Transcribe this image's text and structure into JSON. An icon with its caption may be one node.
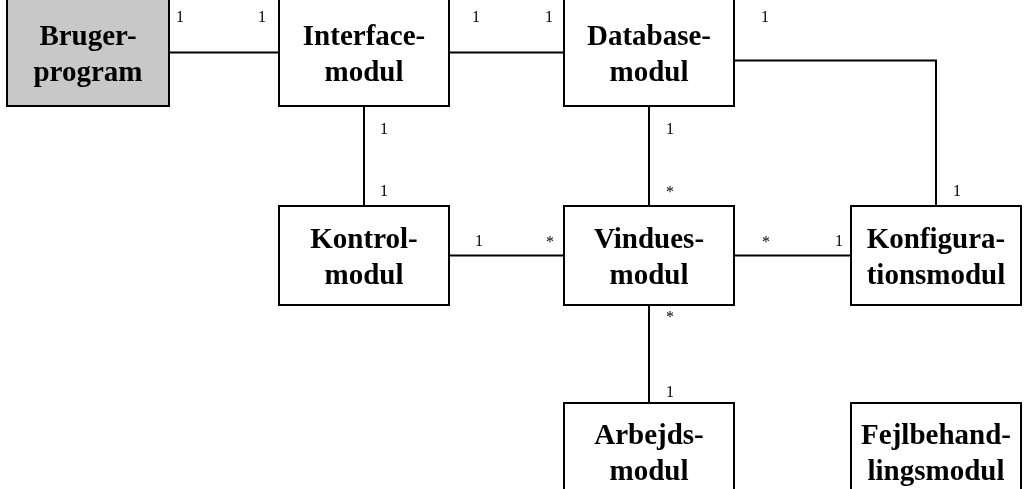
{
  "diagram": {
    "nodes": [
      {
        "text": [
          "Bruger- program"
        ]
      },
      {
        "text": [
          "Interface- modul"
        ]
      },
      {
        "text": [
          "Database- modul"
        ]
      },
      {
        "text": [
          "Kontrol- modul"
        ]
      },
      {
        "text": [
          "Vindues- modul"
        ]
      },
      {
        "text": [
          "Konfigura- tionsmodul"
        ]
      },
      {
        "text": [
          "Arbejds- modul"
        ]
      },
      {
        "text": [
          "Fejlbehand- lingsmodul"
        ]
      }
    ],
    "edges": [
      {
        "from": 0,
        "to": 1,
        "arrow": "none"
      },
      {
        "from": 1,
        "to": 2,
        "arrow": "none"
      },
      {
        "from": 2,
        "to": 5,
        "arrow": "none"
      },
      {
        "from": 1,
        "to": 3,
        "arrow": "none"
      },
      {
        "from": 2,
        "to": 4,
        "arrow": "none"
      },
      {
        "from": 3,
        "to": 4,
        "arrow": "none"
      },
      {
        "from": 4,
        "to": 5,
        "arrow": "none"
      },
      {
        "from": 4,
        "to": 6,
        "arrow": "none"
      }
    ],
    "labels": [
      "1",
      "1",
      "1",
      "1",
      "1",
      "1",
      "1",
      "1",
      "*",
      "1",
      "1",
      "*",
      "*",
      "1",
      "*",
      "1"
    ]
  }
}
